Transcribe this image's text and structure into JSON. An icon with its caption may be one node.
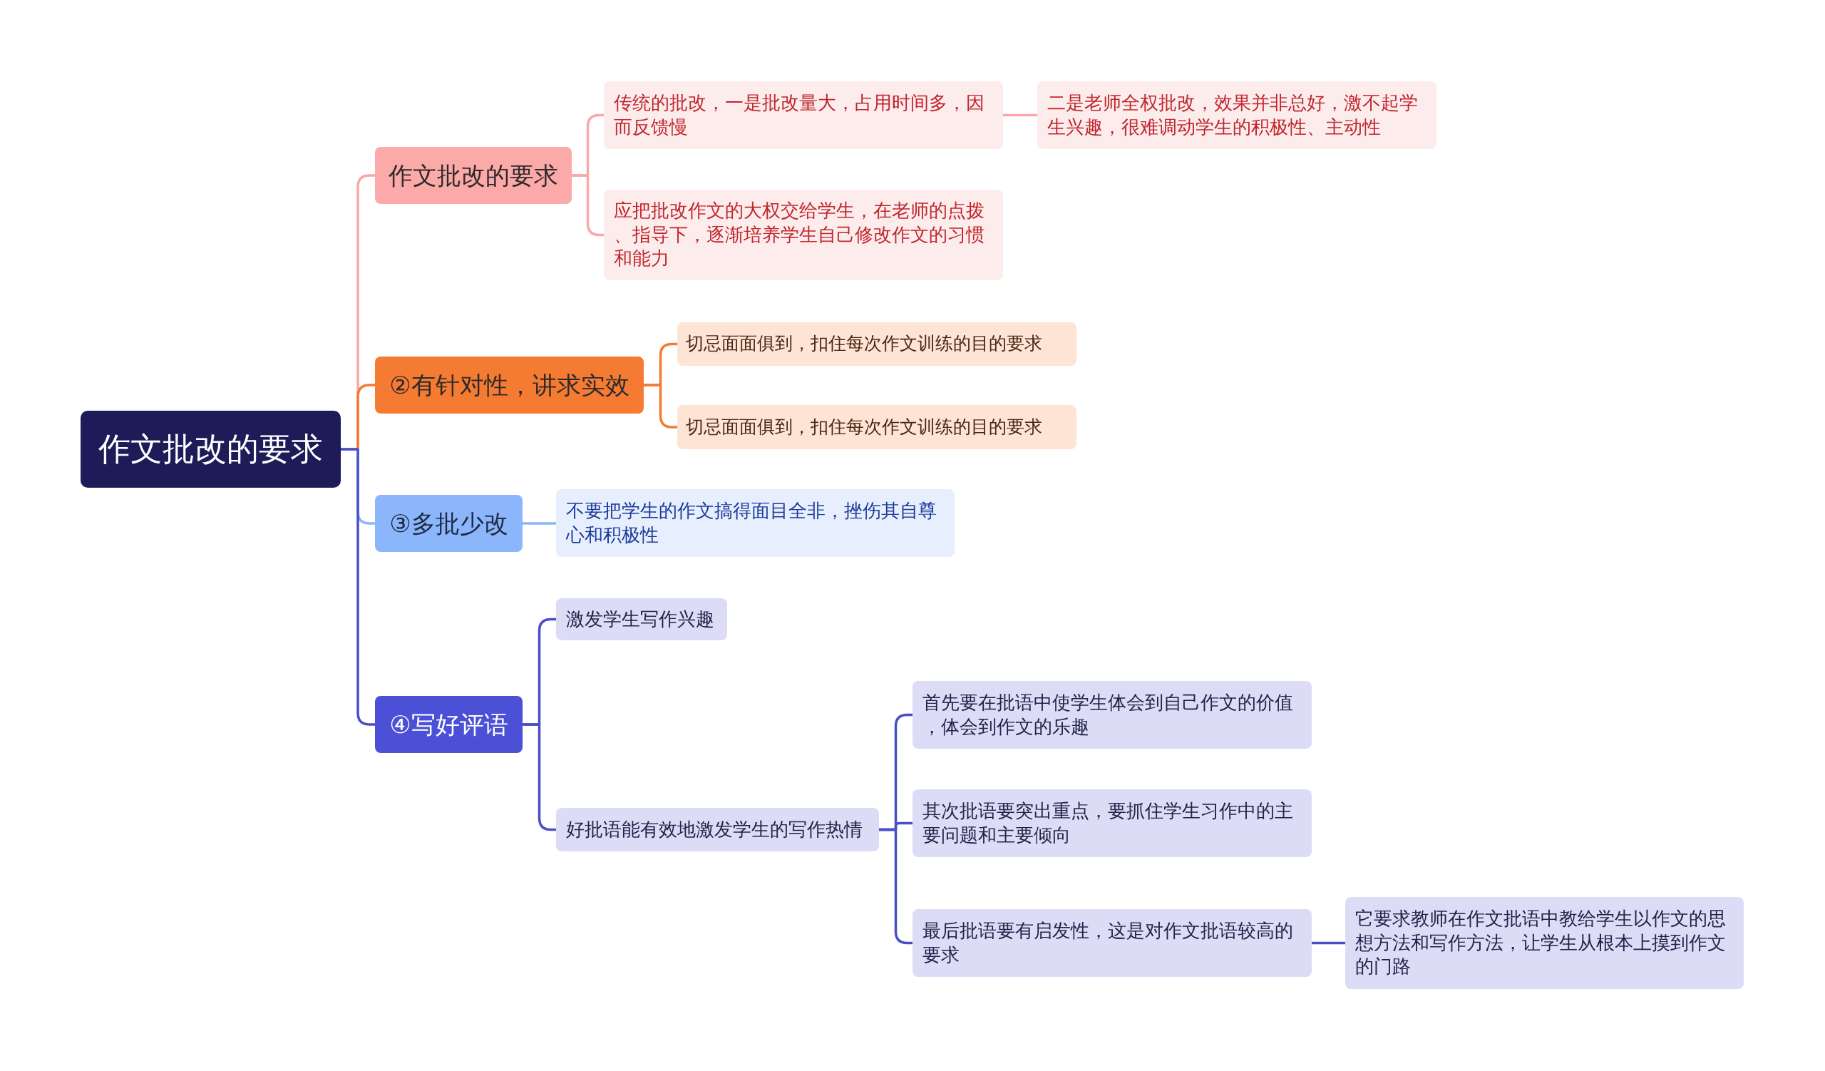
{
  "diagram": {
    "nodes": [
      {
        "text": [
          "作文批改的要求"
        ]
      },
      {
        "text": [
          "作文批改的要求"
        ]
      },
      {
        "text": [
          "传统的批改，一是批改量大，占用时间多，因而反馈慢"
        ]
      },
      {
        "text": [
          "二是老师全权批改，效果并非总好，激不起学生兴趣，很难调动学生的积极性、主动性"
        ]
      },
      {
        "text": [
          "应把批改作文的大权交给学生，在老师的点拨、指导下，逐渐培养学生自己修改作文的习惯和能力"
        ]
      },
      {
        "text": [
          "②有针对性，讲求实效"
        ]
      },
      {
        "text": [
          "切忌面面俱到，扣住每次作文训练的目的要求"
        ]
      },
      {
        "text": [
          "切忌面面俱到，扣住每次作文训练的目的要求"
        ]
      },
      {
        "text": [
          "③多批少改"
        ]
      },
      {
        "text": [
          "不要把学生的作文搞得面目全非，挫伤其自尊心和积极性"
        ]
      },
      {
        "text": [
          "④写好评语"
        ]
      },
      {
        "text": [
          "激发学生写作兴趣"
        ]
      },
      {
        "text": [
          "好批语能有效地激发学生的写作热情"
        ]
      },
      {
        "text": [
          "首先要在批语中使学生体会到自己作文的价值，体会到作文的乐趣"
        ]
      },
      {
        "text": [
          "其次批语要突出重点，要抓住学生习作中的主要问题和主要倾向"
        ]
      },
      {
        "text": [
          "最后批语要有启发性，这是对作文批语较高的要求"
        ]
      },
      {
        "text": [
          "它要求教师在作文批语中教给学生以作文的思想方法和写作方法，让学生从根本上摸到作文的门路"
        ]
      }
    ],
    "edges": [
      {
        "from": 0,
        "to": 1,
        "arrow": "none",
        "color": "#f9a9a8"
      },
      {
        "from": 0,
        "to": 5,
        "arrow": "none",
        "color": "#f47b36"
      },
      {
        "from": 0,
        "to": 8,
        "arrow": "none",
        "color": "#8bb6fb"
      },
      {
        "from": 0,
        "to": 10,
        "arrow": "none"
      },
      {
        "from": 1,
        "to": 2,
        "arrow": "none",
        "color": "#f9a9a8"
      },
      {
        "from": 1,
        "to": 4,
        "arrow": "none",
        "color": "#f9a9a8"
      },
      {
        "from": 2,
        "to": 3,
        "arrow": "none",
        "color": "#f9a9a8"
      },
      {
        "from": 5,
        "to": 6,
        "arrow": "none",
        "color": "#f47b36"
      },
      {
        "from": 5,
        "to": 7,
        "arrow": "none",
        "color": "#f47b36"
      },
      {
        "from": 8,
        "to": 9,
        "arrow": "none",
        "color": "#8bb6fb"
      },
      {
        "from": 10,
        "to": 11,
        "arrow": "none"
      },
      {
        "from": 10,
        "to": 12,
        "arrow": "none"
      },
      {
        "from": 12,
        "to": 13,
        "arrow": "none"
      },
      {
        "from": 12,
        "to": 14,
        "arrow": "none"
      },
      {
        "from": 12,
        "to": 15,
        "arrow": "none"
      },
      {
        "from": 15,
        "to": 16,
        "arrow": "none"
      }
    ]
  }
}
